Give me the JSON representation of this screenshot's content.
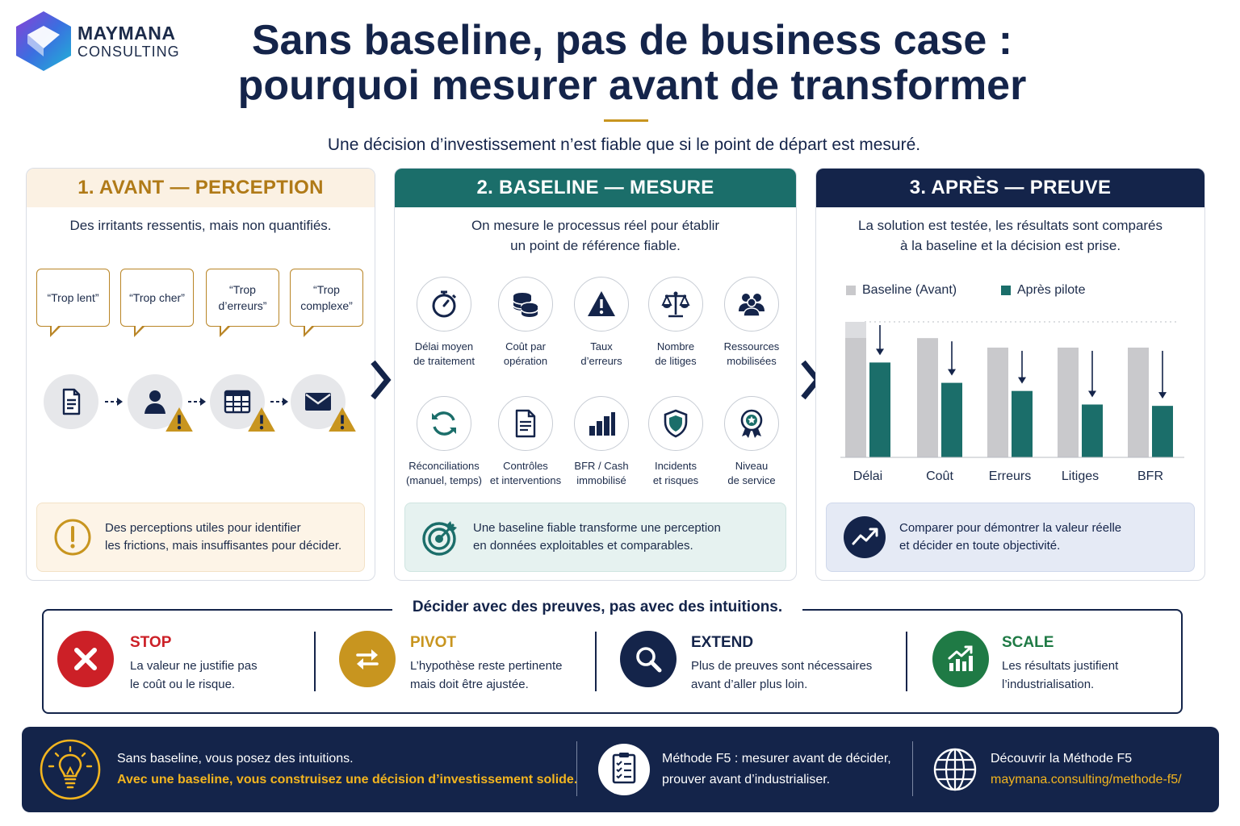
{
  "brand": {
    "name": "MAYMANA",
    "sub": "CONSULTING"
  },
  "title": {
    "line1": "Sans baseline, pas de business case :",
    "line2": "pourquoi mesurer avant de transformer"
  },
  "subtitle": "Une décision d’investissement n’est fiable que si le point de départ est mesuré.",
  "panel1": {
    "heading": "1. AVANT — PERCEPTION",
    "desc": "Des irritants ressentis, mais non quantifiés.",
    "bubbles": [
      "“Trop lent”",
      "“Trop cher”",
      "“Trop d’erreurs”",
      "“Trop complexe”"
    ],
    "note": {
      "line1": "Des perceptions utiles pour identifier",
      "line2": "les frictions, mais insuffisantes pour décider."
    }
  },
  "panel2": {
    "heading": "2. BASELINE — MESURE",
    "desc_line1": "On mesure le processus réel pour établir",
    "desc_line2": "un point de référence fiable.",
    "metrics": [
      {
        "l1": "Délai moyen",
        "l2": "de traitement",
        "icon": "stopwatch-icon"
      },
      {
        "l1": "Coût par",
        "l2": "opération",
        "icon": "coins-icon"
      },
      {
        "l1": "Taux",
        "l2": "d’erreurs",
        "icon": "warning-icon"
      },
      {
        "l1": "Nombre",
        "l2": "de litiges",
        "icon": "scales-icon"
      },
      {
        "l1": "Ressources",
        "l2": "mobilisées",
        "icon": "people-icon"
      },
      {
        "l1": "Réconciliations",
        "l2": "(manuel, temps)",
        "icon": "refresh-icon"
      },
      {
        "l1": "Contrôles",
        "l2": "et interventions",
        "icon": "document-icon"
      },
      {
        "l1": "BFR / Cash",
        "l2": "immobilisé",
        "icon": "bar-chart-icon"
      },
      {
        "l1": "Incidents",
        "l2": "et risques",
        "icon": "shield-icon"
      },
      {
        "l1": "Niveau",
        "l2": "de service",
        "icon": "award-icon"
      }
    ],
    "note": {
      "line1": "Une baseline fiable transforme une perception",
      "line2": "en données exploitables et comparables."
    }
  },
  "panel3": {
    "heading": "3. APRÈS — PREUVE",
    "desc_line1": "La solution est testée, les résultats sont comparés",
    "desc_line2": "à la baseline et la décision est prise.",
    "note": {
      "line1": "Comparer pour démontrer la valeur réelle",
      "line2": "et décider en toute objectivité."
    }
  },
  "chart_data": {
    "type": "bar",
    "categories": [
      "Délai",
      "Coût",
      "Erreurs",
      "Litiges",
      "BFR"
    ],
    "series": [
      {
        "name": "Baseline (Avant)",
        "values": [
          100,
          88,
          81,
          81,
          81
        ],
        "color": "#c9c9cc"
      },
      {
        "name": "Après pilote",
        "values": [
          70,
          55,
          49,
          39,
          38
        ],
        "color": "#1b6e6a"
      }
    ],
    "ylim": [
      0,
      100
    ],
    "legend": "top",
    "grid": false
  },
  "decide": {
    "title": "Décider avec des preuves, pas avec des intuitions.",
    "items": [
      {
        "name": "STOP",
        "l1": "La valeur ne justifie pas",
        "l2": "le coût ou le risque.",
        "color": "#cc2027"
      },
      {
        "name": "PIVOT",
        "l1": "L’hypothèse reste pertinente",
        "l2": "mais doit être ajustée.",
        "color": "#c8951f"
      },
      {
        "name": "EXTEND",
        "l1": "Plus de preuves sont nécessaires",
        "l2": "avant d’aller plus loin.",
        "color": "#14244a"
      },
      {
        "name": "SCALE",
        "l1": "Les résultats justifient",
        "l2": "l’industrialisation.",
        "color": "#1f7a45"
      }
    ]
  },
  "footer": {
    "b1_line1": "Sans baseline, vous posez des intuitions.",
    "b1_line2": "Avec une baseline, vous construisez une décision d’investissement solide.",
    "b2_line1": "Méthode F5 : mesurer avant de décider,",
    "b2_line2": "prouver avant d’industrialiser.",
    "b3_line1": "Découvrir la Méthode F5",
    "b3_link": "maymana.consulting/methode-f5/"
  },
  "colors": {
    "navy": "#14244a",
    "teal": "#1b6e6a",
    "gold": "#c8951f"
  }
}
